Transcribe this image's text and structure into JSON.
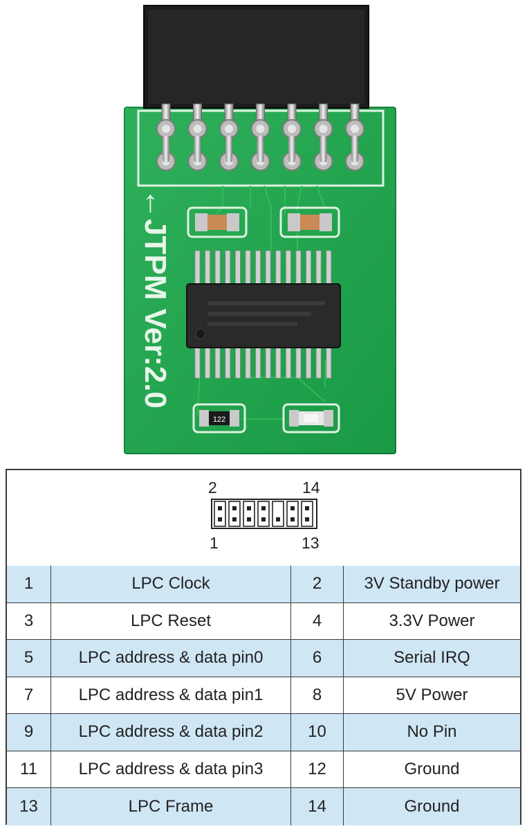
{
  "board": {
    "silkscreen_label": "←JTPM Ver:2.0",
    "resistor_marking": "122"
  },
  "header_diagram": {
    "top_left_pin": "2",
    "top_right_pin": "14",
    "bottom_left_pin": "1",
    "bottom_right_pin": "13",
    "missing_pin": 10
  },
  "pinout": [
    {
      "pin_a": "1",
      "func_a": "LPC Clock",
      "pin_b": "2",
      "func_b": "3V Standby power"
    },
    {
      "pin_a": "3",
      "func_a": "LPC Reset",
      "pin_b": "4",
      "func_b": "3.3V Power"
    },
    {
      "pin_a": "5",
      "func_a": "LPC address & data pin0",
      "pin_b": "6",
      "func_b": "Serial IRQ"
    },
    {
      "pin_a": "7",
      "func_a": "LPC address & data pin1",
      "pin_b": "8",
      "func_b": "5V Power"
    },
    {
      "pin_a": "9",
      "func_a": "LPC address & data pin2",
      "pin_b": "10",
      "func_b": "No Pin"
    },
    {
      "pin_a": "11",
      "func_a": "LPC address & data pin3",
      "pin_b": "12",
      "func_b": "Ground"
    },
    {
      "pin_a": "13",
      "func_a": "LPC Frame",
      "pin_b": "14",
      "func_b": "Ground"
    }
  ],
  "colors": {
    "pcb": "#1ba84a",
    "silk": "#e8f5ea",
    "header_black": "#1a1a1a",
    "ic_black": "#2a2a2a",
    "row_highlight": "#cfe6f5",
    "border": "#3a3a3a"
  }
}
